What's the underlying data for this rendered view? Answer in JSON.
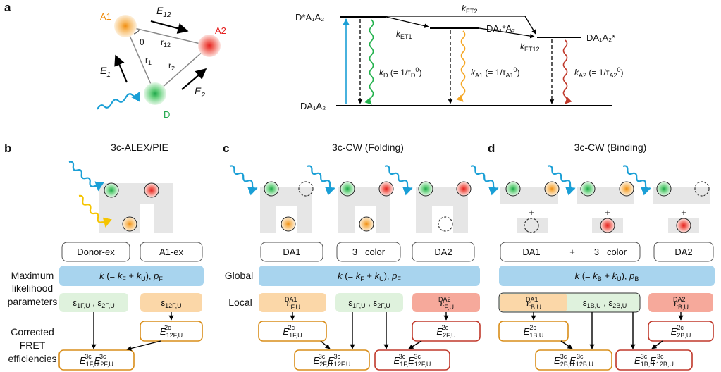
{
  "panel_letters": {
    "a": "a",
    "b": "b",
    "c": "c",
    "d": "d"
  },
  "panel_a": {
    "dye_labels": {
      "a1": "A1",
      "a2": "A2",
      "d": "D"
    },
    "distance_labels": {
      "r1": "r",
      "r1_sub": "1",
      "r2": "r",
      "r2_sub": "2",
      "r12": "r",
      "r12_sub": "12",
      "theta": "θ"
    },
    "transfer_labels": {
      "e12": "E",
      "e12_sub": "12",
      "e1": "E",
      "e1_sub": "1",
      "e2": "E",
      "e2_sub": "2"
    },
    "level_labels": {
      "excited_d": "D*A₁A₂",
      "excited_a1": "DA₁*A₂",
      "excited_a2": "DA₁A₂*",
      "ground": "DA₁A₂"
    },
    "rate_labels": {
      "ket1": "k",
      "ket1_sub": "ET1",
      "ket2": "k",
      "ket2_sub": "ET2",
      "ket12": "k",
      "ket12_sub": "ET12",
      "kd": "k",
      "kd_sub": "D",
      "kd_rest": " (= 1/τ",
      "kd_tau_sub": "D",
      "kd_tau_sup": "0",
      "kd_close": ")",
      "ka1": "k",
      "ka1_sub": "A1",
      "ka1_rest": " (= 1/τ",
      "ka1_tau_sub": "A1",
      "ka1_tau_sup": "0",
      "ka1_close": ")",
      "ka2": "k",
      "ka2_sub": "A2",
      "ka2_rest": " (= 1/τ",
      "ka2_tau_sub": "A2",
      "ka2_tau_sup": "0",
      "ka2_close": ")"
    }
  },
  "panel_b": {
    "title": "3c-ALEX/PIE",
    "boxes": [
      "Donor-ex",
      "A1-ex"
    ]
  },
  "panel_c": {
    "title": "3c-CW (Folding)",
    "boxes": [
      "DA1",
      "3   color",
      "DA2"
    ]
  },
  "panel_d": {
    "title": "3c-CW (Binding)",
    "boxes": [
      "DA1",
      "+",
      "3   color",
      "DA2"
    ],
    "plus_signs": [
      "+",
      "+",
      "+"
    ]
  },
  "row_labels": {
    "mle_line1": "Maximum",
    "mle_line2": "likelihood",
    "mle_line3": "parameters",
    "global": "Global",
    "local": "Local",
    "fret_line1": "Corrected",
    "fret_line2": "FRET",
    "fret_line3": "efficiencies"
  },
  "global_params": {
    "b": {
      "k": "k",
      "eq": " (= ",
      "kf": "k",
      "kf_sub": "F",
      "plus": " + ",
      "ku": "k",
      "ku_sub": "U",
      "close": "), ",
      "p": "p",
      "p_sub": "F"
    },
    "d": {
      "k": "k",
      "eq": " (= ",
      "kf": "k",
      "kf_sub": "B",
      "plus": " + ",
      "ku": "k",
      "ku_sub": "U",
      "close": "), ",
      "p": "p",
      "p_sub": "B"
    }
  },
  "local_params": {
    "eps": "ε",
    "b_green": {
      "s1": "1F,U",
      "s2": "2F,U"
    },
    "b_orange": {
      "s1": "12F,U"
    },
    "c_orange": {
      "sub": "F,U",
      "sup": "DA1"
    },
    "c_green": {
      "s1": "1F,U",
      "s2": "2F,U"
    },
    "c_red": {
      "sub": "F,U",
      "sup": "DA2"
    },
    "d_orange": {
      "sub": "B,U",
      "sup": "DA1"
    },
    "d_green": {
      "s1": "1B,U",
      "s2": "2B,U"
    },
    "d_red": {
      "sub": "B,U",
      "sup": "DA2"
    }
  },
  "fret": {
    "E": "E",
    "sup2": "2c",
    "sup3": "3c",
    "b_mid": {
      "sub": "12F,U"
    },
    "b_bottom": {
      "a": "1F,U",
      "b": "2F,U"
    },
    "c_mid_orange": {
      "sub": "1F,U"
    },
    "c_mid_red": {
      "sub": "2F,U"
    },
    "c_bottom_orange": {
      "a": "2F,U",
      "b": "12F,U"
    },
    "c_bottom_red": {
      "a": "1F,U",
      "b": "12F,U"
    },
    "d_mid_orange": {
      "sub": "1B,U"
    },
    "d_mid_red": {
      "sub": "2B,U"
    },
    "d_bottom_orange": {
      "a": "2B,U",
      "b": "12B,U"
    },
    "d_bottom_red": {
      "a": "1B,U",
      "b": "12B,U"
    }
  },
  "colors": {
    "donor": "#22b14c",
    "acceptor1": "#f5a623",
    "acceptor2": "#e8382a",
    "excitation_blue": "#1a9fd6",
    "excitation_yellow": "#f5c400",
    "global_bar": "#a8d4ee",
    "green_bar": "#dff2dd",
    "orange_bar": "#fbd7a8",
    "red_bar": "#f6a99b",
    "gray_block": "#e6e6e6"
  }
}
